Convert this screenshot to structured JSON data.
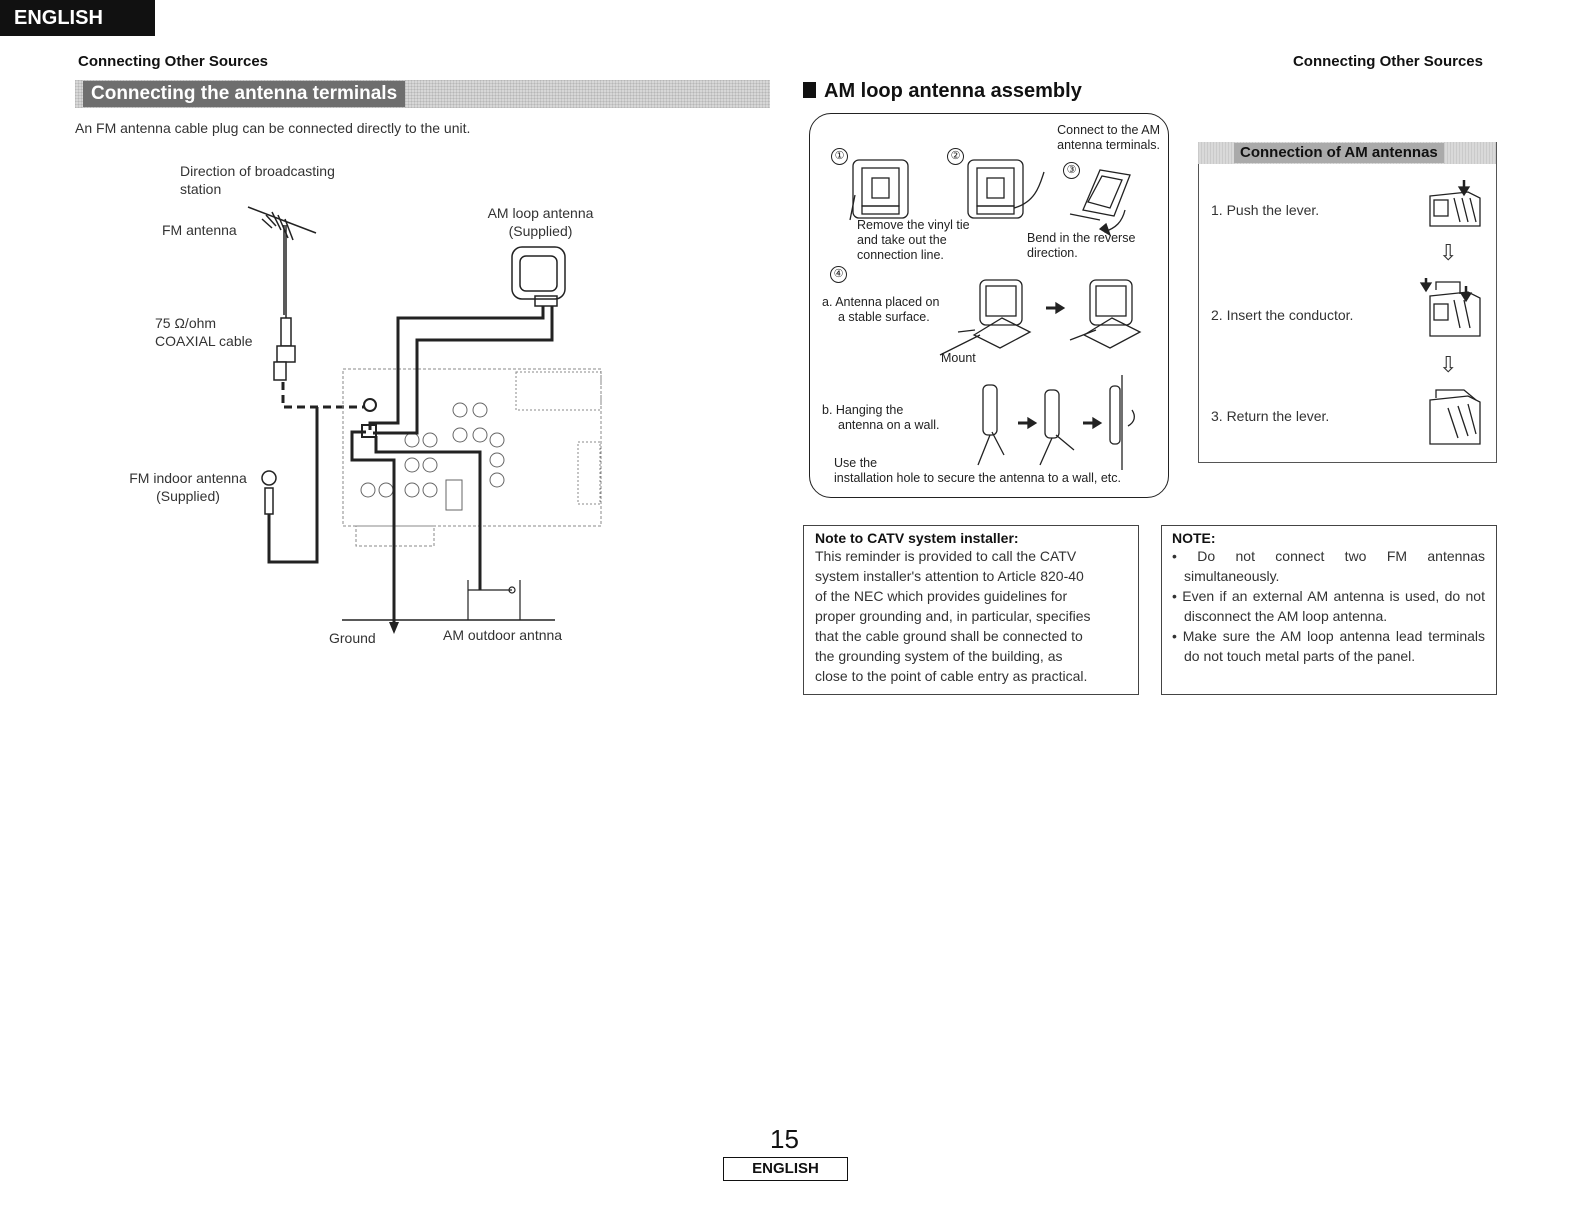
{
  "language_tab": "ENGLISH",
  "running_head": {
    "left": "Connecting Other Sources",
    "right": "Connecting Other Sources"
  },
  "left": {
    "section_title": "Connecting the antenna terminals",
    "intro": "An FM antenna cable plug can be connected directly to the unit.",
    "labels": {
      "direction_line1": "Direction of broadcasting",
      "direction_line2": "station",
      "fm_antenna": "FM antenna",
      "am_loop_line1": "AM loop antenna",
      "am_loop_line2": "(Supplied)",
      "cable_line1": "75 Ω/ohm",
      "cable_line2": "COAXIAL cable",
      "fm_indoor_line1": "FM indoor antenna",
      "fm_indoor_line2": "(Supplied)",
      "ground": "Ground",
      "am_outdoor": "AM outdoor antnna"
    }
  },
  "am_assembly": {
    "title": "AM loop antenna assembly",
    "step_numbers": [
      "①",
      "②",
      "③",
      "④"
    ],
    "connect_line1": "Connect to the AM",
    "connect_line2": "antenna terminals.",
    "remove_line1": "Remove the vinyl tie",
    "remove_line2": "and take out the",
    "remove_line3": "connection line.",
    "bend_line1": "Bend in the reverse",
    "bend_line2": "direction.",
    "a_line1": "a. Antenna placed on",
    "a_line2": "a stable surface.",
    "mount": "Mount",
    "b_line1": "b. Hanging the",
    "b_line2": "antenna on a wall.",
    "use_line1": "Use the",
    "use_line2": "installation hole to secure the antenna to a wall, etc."
  },
  "connection_am": {
    "title": "Connection of AM antennas",
    "steps": [
      "1.  Push the lever.",
      "2.  Insert the conductor.",
      "3.  Return the lever."
    ],
    "arrow": "⇩"
  },
  "catv_note": {
    "title": "Note to CATV system installer:",
    "lines": [
      "This reminder is provided to call the CATV",
      "system installer's attention to Article 820-40",
      "of the NEC which provides guidelines for",
      "proper grounding and, in particular, specifies",
      "that the cable ground shall be connected to",
      "the grounding system of the building, as",
      "close to the point of cable entry as practical."
    ]
  },
  "note": {
    "title": "NOTE:",
    "bullets": [
      "• Do not connect two FM antennas simultaneously.",
      "• Even if an external AM antenna is used, do not disconnect the AM loop antenna.",
      "• Make sure the AM loop antenna lead terminals do not touch metal parts of the panel."
    ]
  },
  "page_number": "15",
  "footer_language": "ENGLISH"
}
